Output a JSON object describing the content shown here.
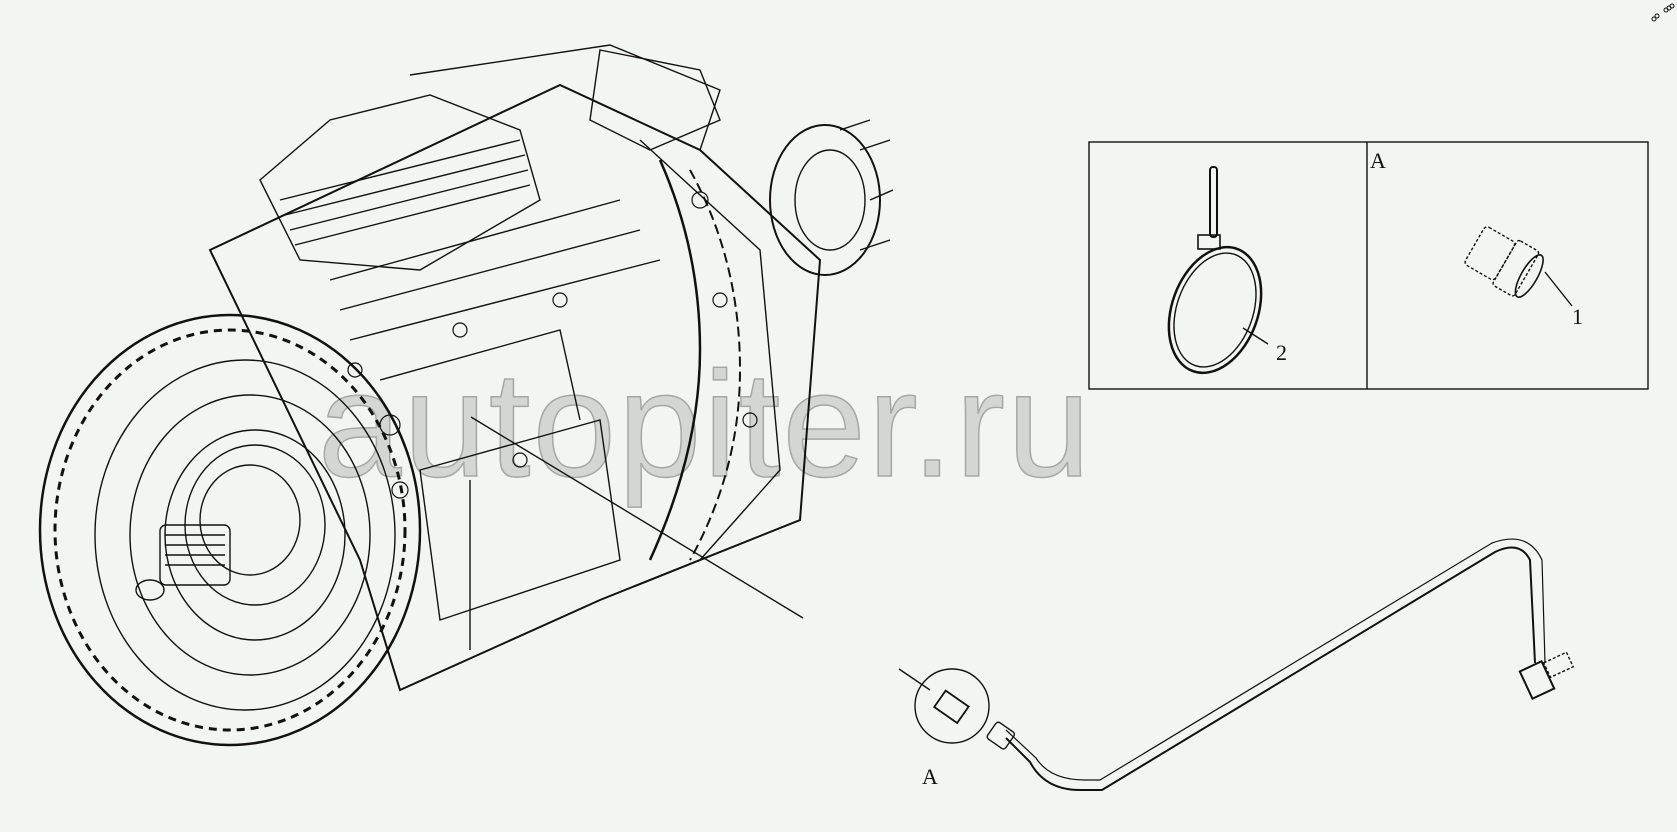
{
  "diagram": {
    "watermark": "autopiter.ru",
    "callouts": {
      "part_1": "1",
      "part_2": "2",
      "detail_view_label": "A",
      "detail_marker_label": "A"
    },
    "line_color": "#111111",
    "background": "#f2f6f3"
  }
}
